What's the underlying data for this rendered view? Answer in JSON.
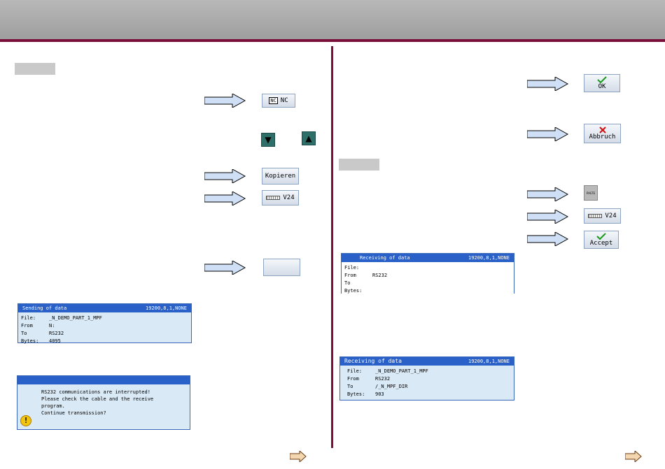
{
  "softkeys": {
    "nc": "NC",
    "nc_icon": "NC",
    "kopieren": "Kopieren",
    "v24_left": "V24",
    "blank": "",
    "ok": "OK",
    "abbruch": "Abbruch",
    "v24_right": "V24",
    "accept": "Accept",
    "paste_icon_text": "PASTE"
  },
  "nav": {
    "down": "▼",
    "up": "▲"
  },
  "sending_dialog": {
    "title": "Sending of data",
    "params": "19200,8,1,NONE",
    "rows": [
      {
        "k": "File:",
        "v": "_N_DEMO_PART_1_MPF"
      },
      {
        "k": "From",
        "v": "N:"
      },
      {
        "k": "To",
        "v": "RS232"
      },
      {
        "k": "Bytes:",
        "v": "4095"
      }
    ]
  },
  "error_dialog": {
    "title": "",
    "lines": [
      "RS232 communications are interrupted!",
      "Please check the cable and the receive",
      "program.",
      "Continue transmission?"
    ],
    "icon": "!"
  },
  "receiving_dialog_1": {
    "title": "Receiving of data",
    "params": "19200,8,1,NONE",
    "rows": [
      {
        "k": "File:",
        "v": ""
      },
      {
        "k": "From",
        "v": "RS232"
      },
      {
        "k": "To",
        "v": ""
      },
      {
        "k": "Bytes:",
        "v": ""
      }
    ]
  },
  "receiving_dialog_2": {
    "title": "Receiving of data",
    "params": "19200,8,1,NONE",
    "rows": [
      {
        "k": "File:",
        "v": "_N_DEMO_PART_1_MPF"
      },
      {
        "k": "From",
        "v": "RS232"
      },
      {
        "k": "To",
        "v": "/_N_MPF_DIR"
      },
      {
        "k": "Bytes:",
        "v": "903"
      }
    ]
  },
  "colors": {
    "header": "#a8a8a8",
    "accent": "#7a0f3c",
    "arrow_fill": "#cfe0f6",
    "dialog_title": "#2a61c8",
    "dialog_bg": "#d9e9f5",
    "next_arrow": "#f4d7b0"
  },
  "icons": [
    "right-arrow-icon",
    "check-icon",
    "cross-icon",
    "keyboard-icon",
    "paste-icon",
    "warning-icon",
    "next-page-arrow-icon"
  ]
}
